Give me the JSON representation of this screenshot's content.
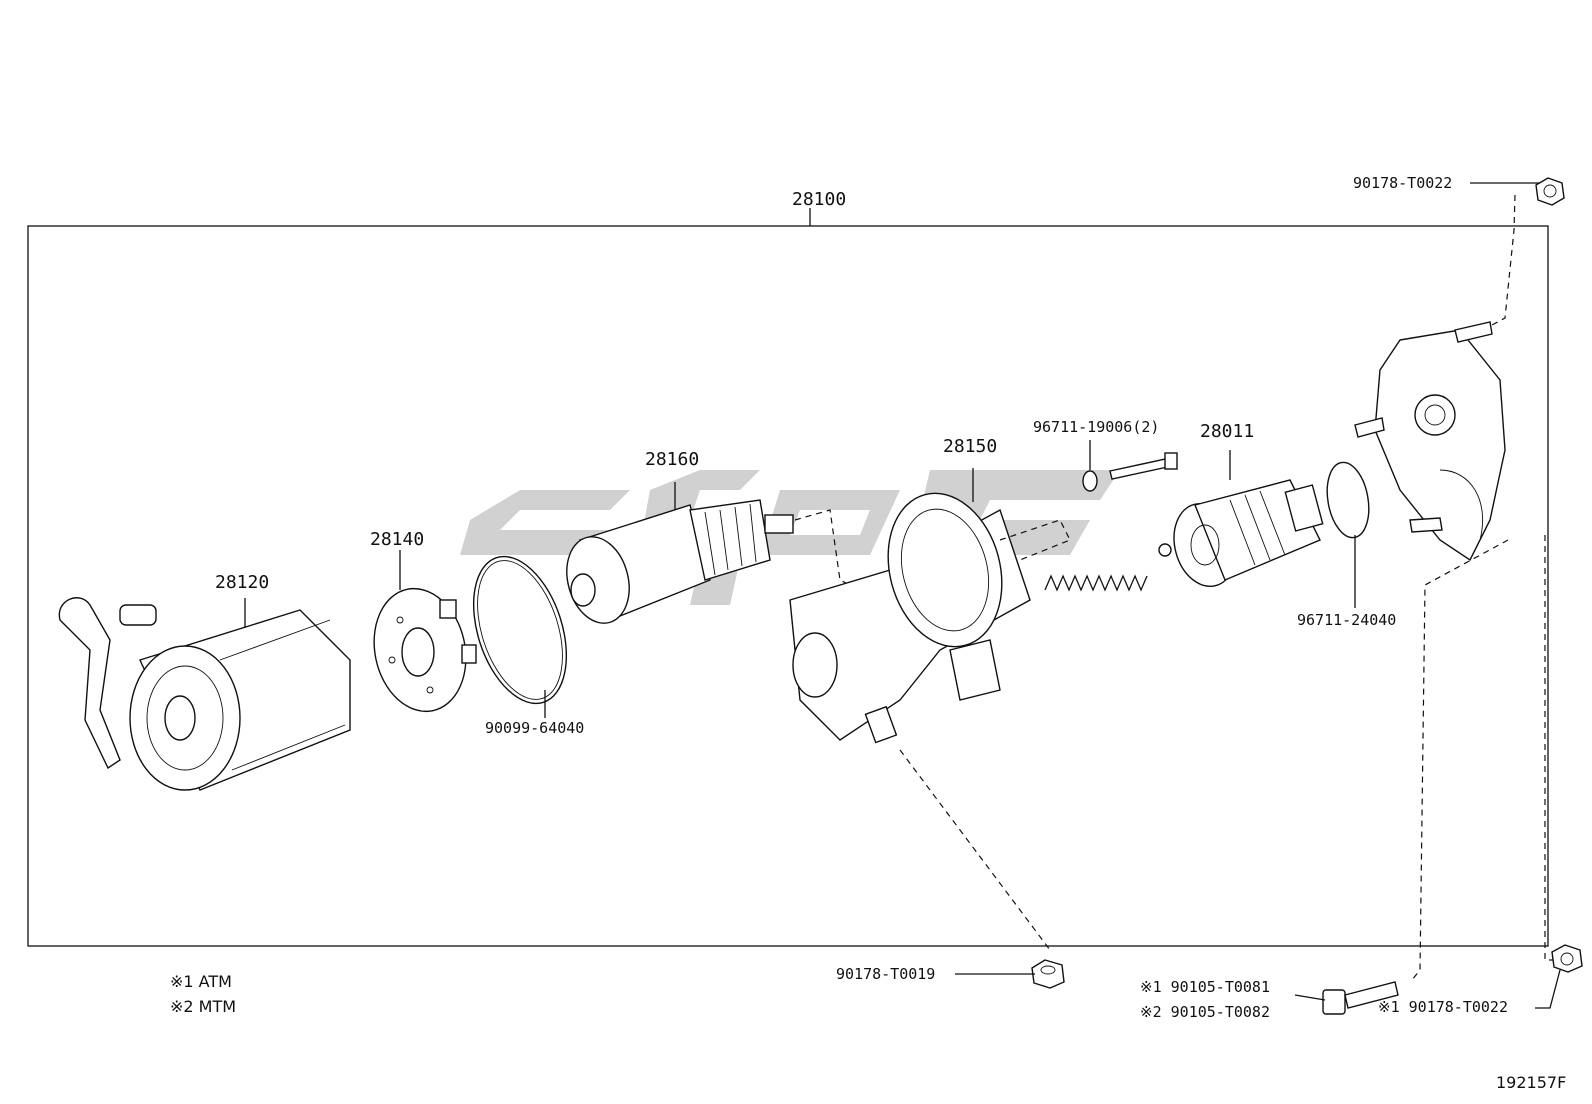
{
  "assembly_label": "28100",
  "parts": {
    "p28120": "28120",
    "p28140": "28140",
    "p90099": "90099-64040",
    "p28160": "28160",
    "p28150": "28150",
    "p96711a": "96711-19006(2)",
    "p28011": "28011",
    "p96711b": "96711-24040",
    "p90178_top": "90178-T0022",
    "p90178_t0019": "90178-T0019",
    "p90105_1": "※1 90105-T0081",
    "p90105_2": "※2 90105-T0082",
    "p90178_bottom": "※1 90178-T0022"
  },
  "legend": {
    "line1": "※1  ATM",
    "line2": "※2  MTM"
  },
  "figure_id": "192157F",
  "colors": {
    "line": "#111111",
    "watermark": "#c9c9c9",
    "background": "#ffffff"
  }
}
